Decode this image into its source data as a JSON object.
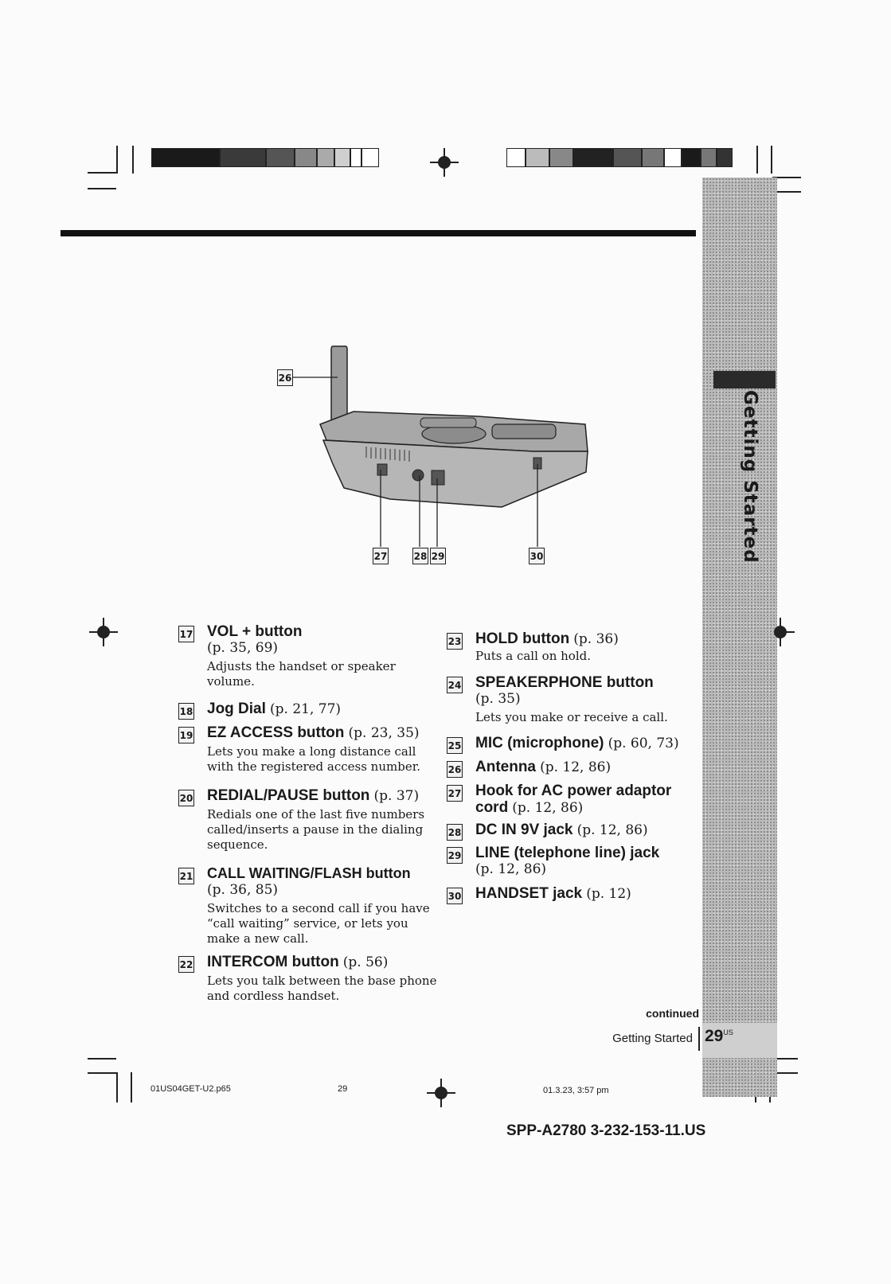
{
  "side_title": "Getting Started",
  "diagram_labels": [
    "26",
    "27",
    "28",
    "29",
    "30"
  ],
  "left_entries": [
    {
      "num": "17",
      "label": "VOL + button",
      "page": "(p. 35, 69)",
      "desc": "Adjusts the handset or speaker volume."
    },
    {
      "num": "18",
      "label": "Jog Dial",
      "page": "(p. 21, 77)",
      "desc": ""
    },
    {
      "num": "19",
      "label": "EZ ACCESS button",
      "page": "(p. 23, 35)",
      "desc": "Lets you make a long distance call with the registered access number."
    },
    {
      "num": "20",
      "label": "REDIAL/PAUSE button",
      "page": "(p. 37)",
      "desc": "Redials one of the last five numbers called/inserts a pause in the dialing sequence."
    },
    {
      "num": "21",
      "label": "CALL WAITING/FLASH button",
      "page": "(p. 36, 85)",
      "desc": "Switches to a second call if you have “call waiting” service, or lets you make a new call."
    },
    {
      "num": "22",
      "label": "INTERCOM button",
      "page": "(p. 56)",
      "desc": "Lets you talk between the base phone and cordless handset."
    }
  ],
  "right_entries": [
    {
      "num": "23",
      "label": "HOLD button",
      "page": "(p. 36)",
      "desc": "Puts a call on hold."
    },
    {
      "num": "24",
      "label": "SPEAKERPHONE button",
      "page": "(p. 35)",
      "desc": "Lets you make or receive a call."
    },
    {
      "num": "25",
      "label": "MIC (microphone)",
      "page": "(p. 60, 73)",
      "desc": ""
    },
    {
      "num": "26",
      "label": "Antenna",
      "page": "(p. 12, 86)",
      "desc": ""
    },
    {
      "num": "27",
      "label": "Hook for AC power adaptor cord",
      "page": "(p. 12, 86)",
      "desc": ""
    },
    {
      "num": "28",
      "label": "DC IN 9V jack",
      "page": "(p. 12, 86)",
      "desc": ""
    },
    {
      "num": "29",
      "label": "LINE (telephone line) jack",
      "page": "(p. 12, 86)",
      "desc": ""
    },
    {
      "num": "30",
      "label": "HANDSET jack",
      "page": "(p. 12)",
      "desc": ""
    }
  ],
  "continued": "continued",
  "footer_section": "Getting Started",
  "page_number": "29",
  "page_suffix": "US",
  "slug_file": "01US04GET-U2.p65",
  "slug_page": "29",
  "slug_date": "01.3.23, 3:57 pm",
  "model": "SPP-A2780 3-232-153-11.US"
}
